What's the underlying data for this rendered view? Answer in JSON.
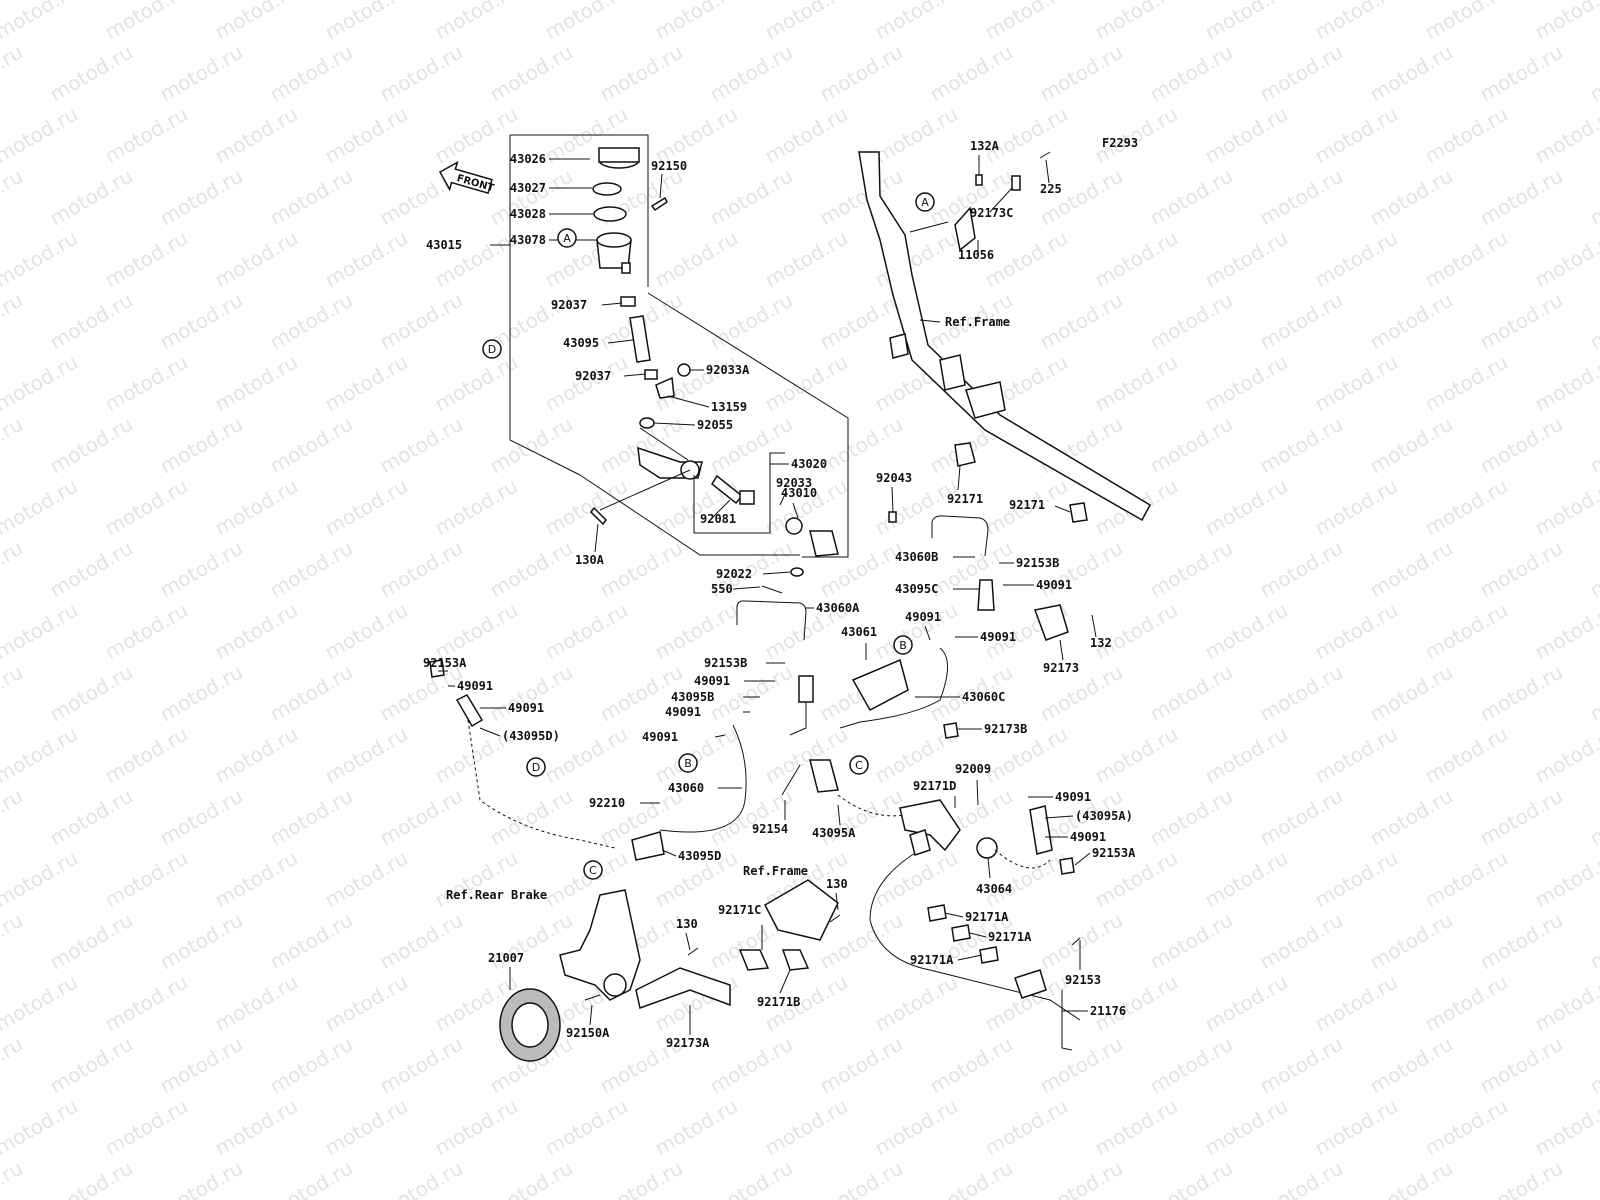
{
  "figure_code": "F2293",
  "front_label": "FRONT",
  "watermark": "motod.ru",
  "ref_labels": {
    "frame_top": "Ref.Frame",
    "frame_bottom": "Ref.Frame",
    "rear_brake": "Ref.Rear Brake"
  },
  "marker_letters": [
    "A",
    "B",
    "C",
    "D"
  ],
  "part_numbers": [
    "43026",
    "43027",
    "43028",
    "43078",
    "92150",
    "43015",
    "92037",
    "43095",
    "92037",
    "92033A",
    "13159",
    "92055",
    "43020",
    "92033",
    "92081",
    "43010",
    "130A",
    "92022",
    "550",
    "92043",
    "132A",
    "92173C",
    "225",
    "11056",
    "92171",
    "92171",
    "43060B",
    "92153B",
    "43095C",
    "49091",
    "43060A",
    "49091",
    "49091",
    "132",
    "43061",
    "92173",
    "43060C",
    "92173B",
    "92153A",
    "49091",
    "49091",
    "(43095D)",
    "92153B",
    "49091",
    "43095B",
    "49091",
    "49091",
    "43060",
    "92210",
    "43095D",
    "92154",
    "43095A",
    "92009",
    "92171D",
    "49091",
    "(43095A)",
    "49091",
    "92153A",
    "43064",
    "130",
    "92171C",
    "92171A",
    "92171A",
    "92171A",
    "130",
    "21007",
    "92150A",
    "92173A",
    "92171B",
    "92153",
    "21176"
  ]
}
